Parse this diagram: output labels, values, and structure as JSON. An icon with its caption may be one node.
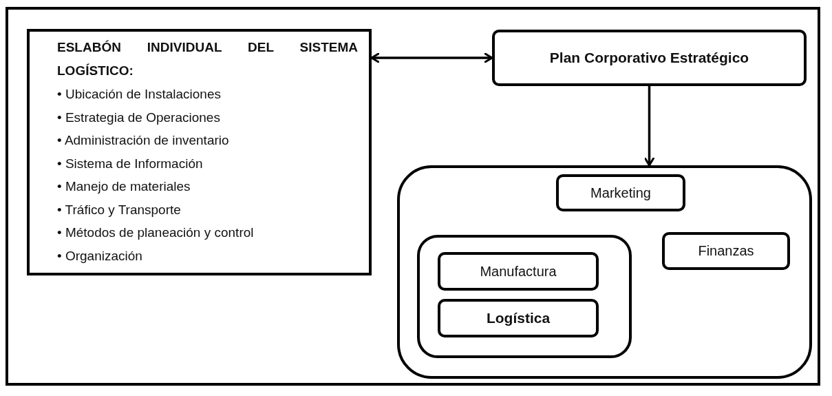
{
  "diagram": {
    "nodes": [
      {
        "text": [
          "ESLABÓN INDIVIDUAL DEL SISTEMA LOGÍSTICO:",
          "• Ubicación de Instalaciones",
          "• Estrategia de Operaciones",
          "• Administración de inventario",
          "• Sistema de Información",
          "• Manejo de materiales",
          "• Tráfico y Transporte",
          "• Métodos de planeación y control",
          "• Organización"
        ]
      },
      {
        "text": [
          "Plan Corporativo Estratégico"
        ]
      },
      {
        "text": [],
        "shape": "box"
      },
      {
        "text": [
          "Marketing"
        ],
        "in": 2
      },
      {
        "text": [],
        "shape": "box",
        "in": 2
      },
      {
        "text": [
          "Manufactura"
        ],
        "in": 4
      },
      {
        "text": [
          "Logística"
        ],
        "in": 4
      },
      {
        "text": [
          "Finanzas"
        ],
        "in": 2
      }
    ],
    "edges": [
      {
        "from": 0,
        "to": 1,
        "arrow": "both"
      },
      {
        "from": 1,
        "to": 2,
        "arrow": "to"
      }
    ]
  }
}
